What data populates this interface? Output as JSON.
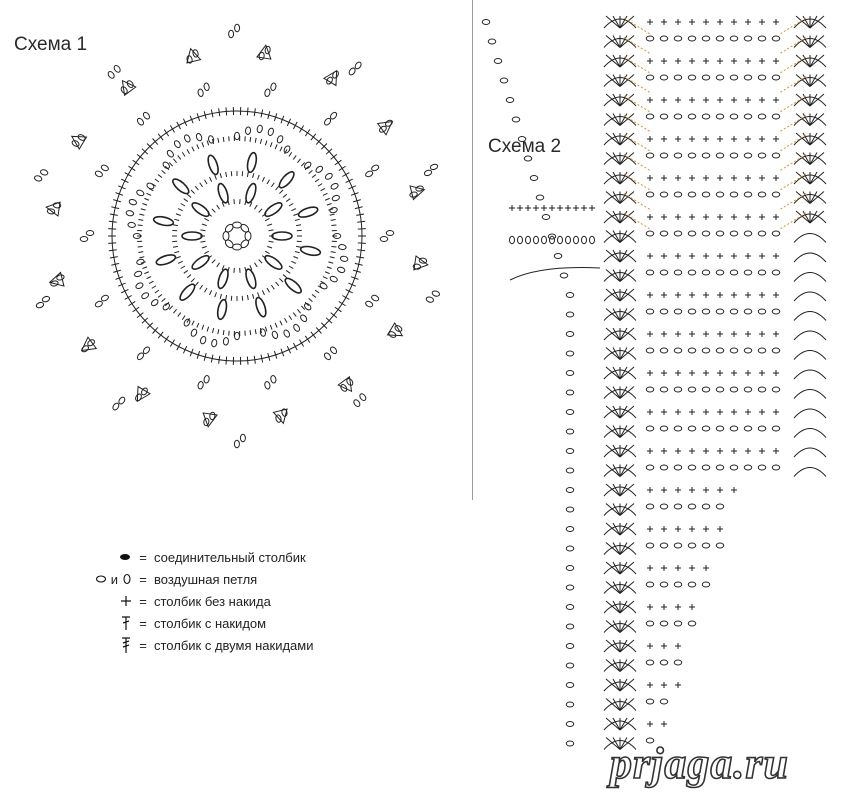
{
  "scheme1": {
    "title": "Схема 1"
  },
  "scheme2": {
    "title": "Схема 2"
  },
  "legend": {
    "items": [
      {
        "symbol": "slip-stitch-icon",
        "label": "соединительный столбик"
      },
      {
        "symbol": "chain-stitch-icon",
        "conj": "и",
        "label": "воздушная петля"
      },
      {
        "symbol": "single-crochet-icon",
        "label": "столбик без накида"
      },
      {
        "symbol": "double-crochet-icon",
        "label": "столбик с накидом"
      },
      {
        "symbol": "treble-crochet-icon",
        "label": "столбик с двумя накидами"
      }
    ],
    "equals": "="
  },
  "watermark": "prjaga.ru",
  "colors": {
    "ink": "#222222",
    "accent": "#e0902a"
  }
}
